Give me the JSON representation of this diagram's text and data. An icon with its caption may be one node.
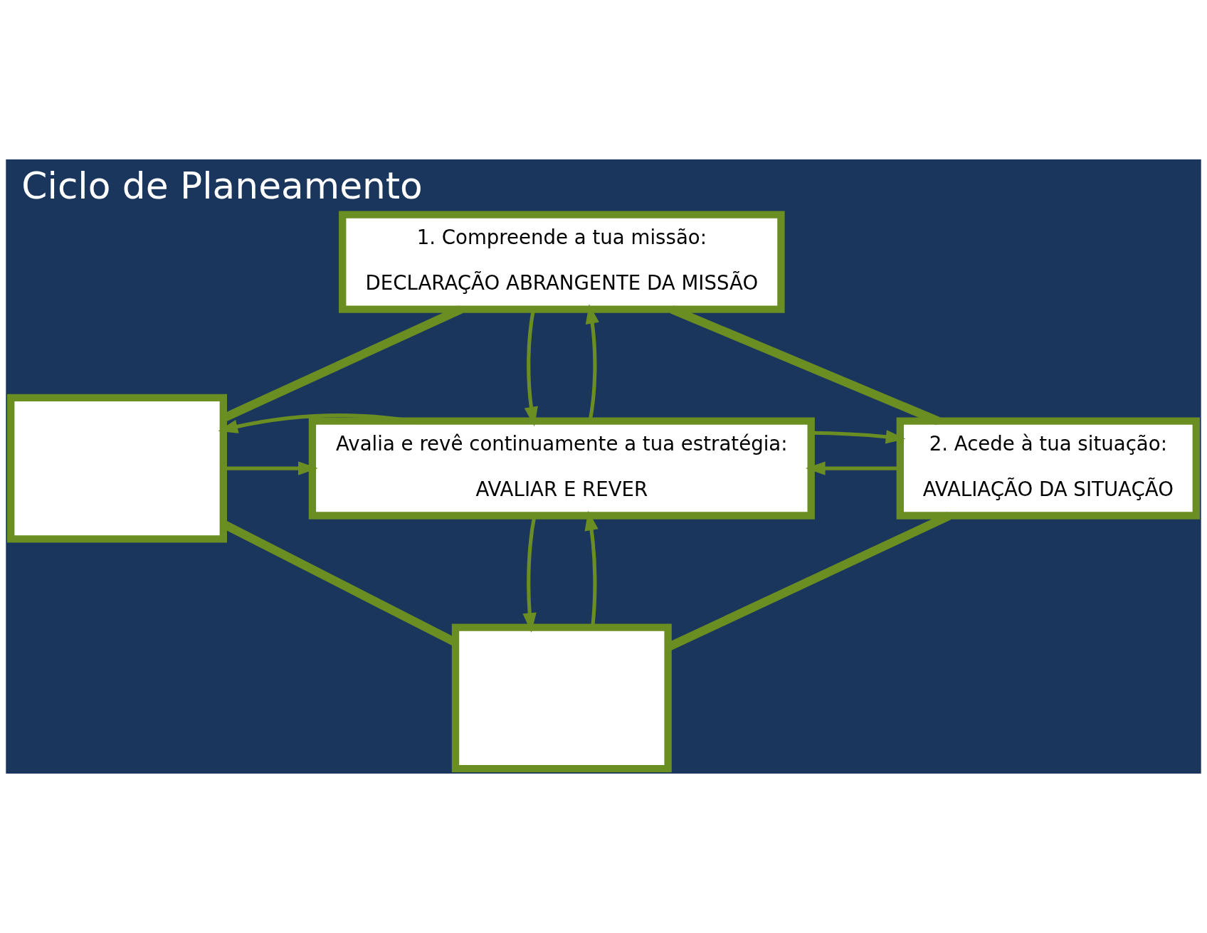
{
  "diagram": {
    "title": "Ciclo de Planeamento",
    "nodes": [
      {
        "text": [
          "1. Compreende a tua missão:",
          "DECLARAÇÃO ABRANGENTE DA MISSÃO"
        ]
      },
      {
        "text": [],
        "shape": "box"
      },
      {
        "text": [
          "Avalia e revê continuamente a tua estratégia:",
          "AVALIAR E REVER"
        ]
      },
      {
        "text": [
          "2. Acede à tua situação:",
          "AVALIAÇÃO DA SITUAÇÃO"
        ]
      },
      {
        "text": [],
        "shape": "box"
      }
    ],
    "edges": [
      {
        "from": 0,
        "to": 2,
        "arrow": "to"
      },
      {
        "from": 2,
        "to": 0,
        "arrow": "to"
      },
      {
        "from": 1,
        "to": 2,
        "arrow": "to"
      },
      {
        "from": 2,
        "to": 1,
        "arrow": "to"
      },
      {
        "from": 3,
        "to": 2,
        "arrow": "to"
      },
      {
        "from": 2,
        "to": 3,
        "arrow": "to"
      },
      {
        "from": 2,
        "to": 4,
        "arrow": "to"
      },
      {
        "from": 4,
        "to": 2,
        "arrow": "to"
      },
      {
        "from": 0,
        "to": 3,
        "arrow": "none",
        "style": "thick"
      },
      {
        "from": 3,
        "to": 4,
        "arrow": "none",
        "style": "thick"
      },
      {
        "from": 4,
        "to": 1,
        "arrow": "none",
        "style": "thick"
      },
      {
        "from": 1,
        "to": 0,
        "arrow": "none",
        "style": "thick"
      }
    ]
  }
}
